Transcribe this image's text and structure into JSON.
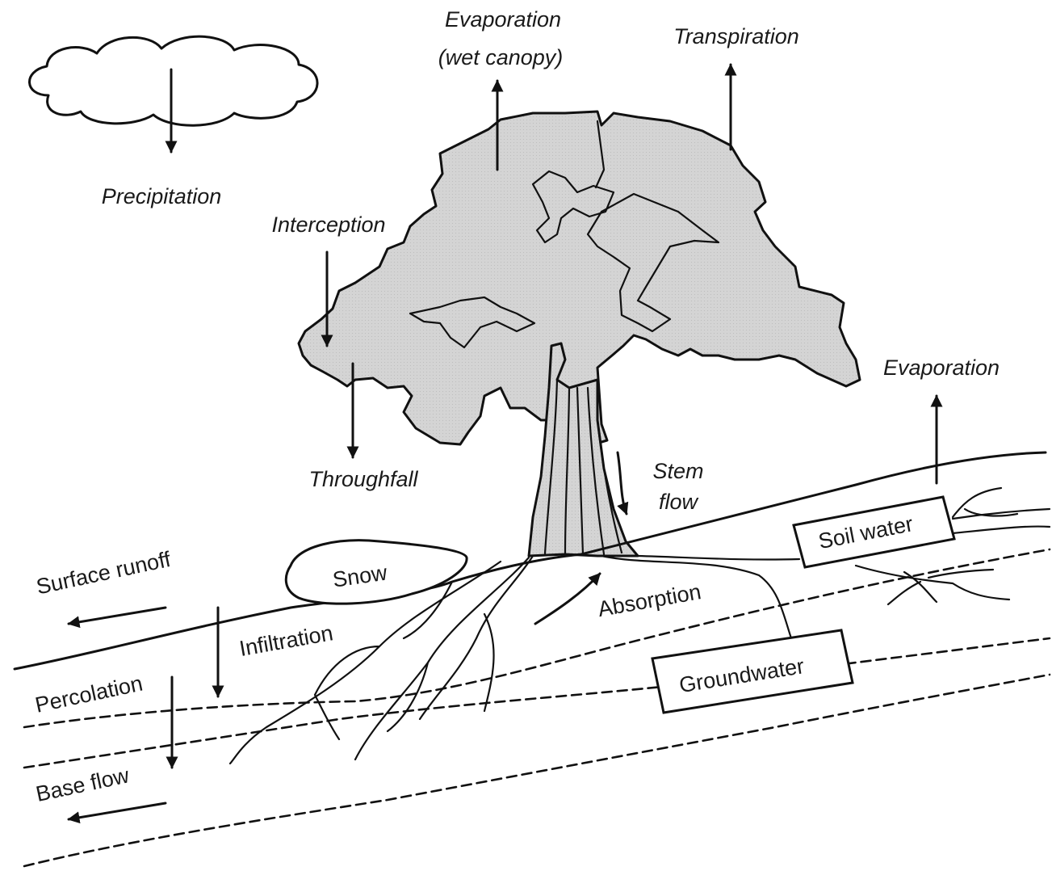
{
  "labels": {
    "evaporation_canopy_1": "Evaporation",
    "evaporation_canopy_2": "(wet canopy)",
    "transpiration": "Transpiration",
    "precipitation": "Precipitation",
    "interception": "Interception",
    "throughfall": "Throughfall",
    "evaporation": "Evaporation",
    "stem_flow_1": "Stem",
    "stem_flow_2": "flow",
    "soil_water": "Soil water",
    "snow": "Snow",
    "surface_runoff": "Surface runoff",
    "absorption": "Absorption",
    "infiltration": "Infiltration",
    "groundwater": "Groundwater",
    "percolation": "Percolation",
    "base_flow": "Base flow"
  }
}
